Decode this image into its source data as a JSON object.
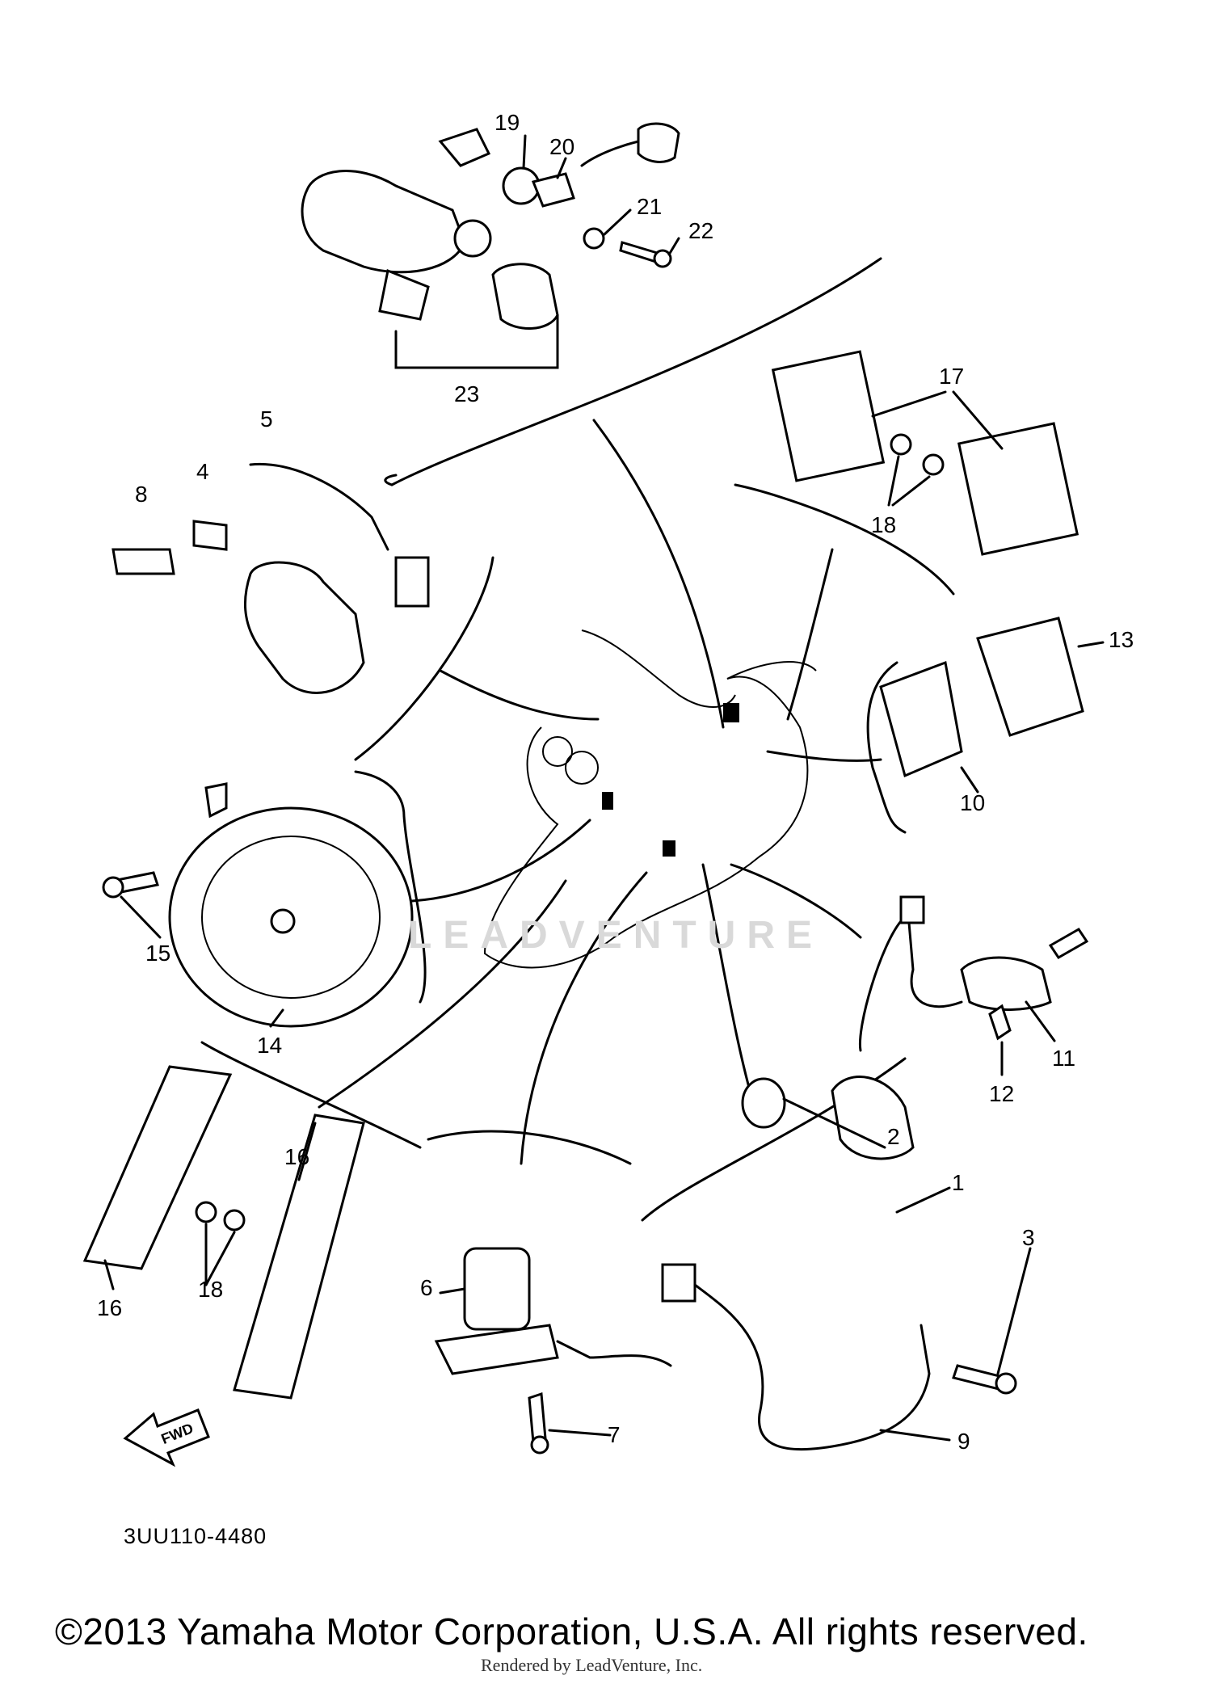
{
  "diagram": {
    "part_numbers": [
      {
        "id": "p19",
        "text": "19"
      },
      {
        "id": "p20",
        "text": "20"
      },
      {
        "id": "p21",
        "text": "21"
      },
      {
        "id": "p22",
        "text": "22"
      },
      {
        "id": "p23",
        "text": "23"
      },
      {
        "id": "p17",
        "text": "17"
      },
      {
        "id": "p18a",
        "text": "18"
      },
      {
        "id": "p5",
        "text": "5"
      },
      {
        "id": "p4",
        "text": "4"
      },
      {
        "id": "p8",
        "text": "8"
      },
      {
        "id": "p13",
        "text": "13"
      },
      {
        "id": "p10",
        "text": "10"
      },
      {
        "id": "p15",
        "text": "15"
      },
      {
        "id": "p14",
        "text": "14"
      },
      {
        "id": "p11",
        "text": "11"
      },
      {
        "id": "p12",
        "text": "12"
      },
      {
        "id": "p2",
        "text": "2"
      },
      {
        "id": "p1",
        "text": "1"
      },
      {
        "id": "p3",
        "text": "3"
      },
      {
        "id": "p16a",
        "text": "16"
      },
      {
        "id": "p16b",
        "text": "16"
      },
      {
        "id": "p18b",
        "text": "18"
      },
      {
        "id": "p6",
        "text": "6"
      },
      {
        "id": "p7",
        "text": "7"
      },
      {
        "id": "p9",
        "text": "9"
      }
    ],
    "fwd_label": "FWD",
    "drawing_code": "3UU110-4480",
    "watermark": "LEADVENTURE",
    "copyright": "©2013 Yamaha Motor Corporation, U.S.A. All rights reserved.",
    "rendered_by": "Rendered by LeadVenture, Inc."
  }
}
